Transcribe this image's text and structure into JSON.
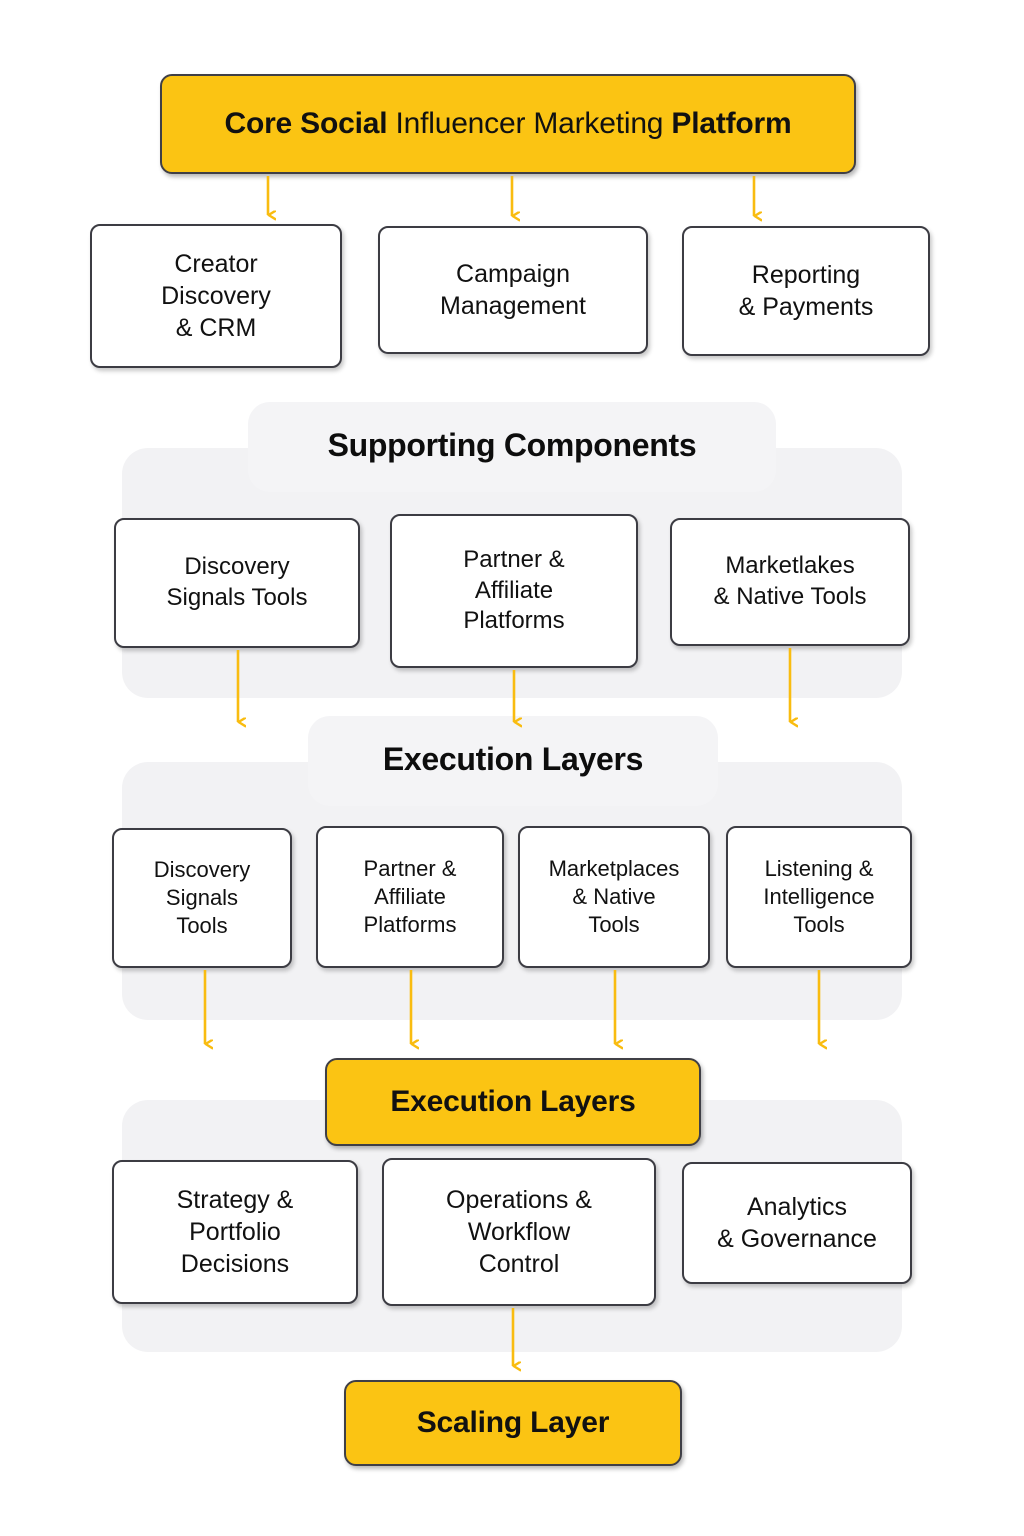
{
  "diagram": {
    "title_box": {
      "segments": [
        {
          "text": "Core Social ",
          "bold": true
        },
        {
          "text": "Influencer Marketing ",
          "bold": false
        },
        {
          "text": "Platform",
          "bold": true
        }
      ],
      "plain_text": "Core Social Influencer Marketing Platform",
      "bg_color": "#fbc413"
    },
    "core_row": {
      "items": [
        {
          "label": "Creator\nDiscovery\n& CRM",
          "line1": "Creator",
          "line2": "Discovery",
          "line3": "& CRM"
        },
        {
          "label": "Campaign\nManagement",
          "line1": "Campaign",
          "line2": "Management",
          "line3": ""
        },
        {
          "label": "Reporting\n& Payments",
          "line1": "Reporting",
          "line2": "& Payments",
          "line3": ""
        }
      ]
    },
    "supporting_section": {
      "header": "Supporting Components",
      "items": [
        {
          "line1": "Discovery",
          "line2": "Signals Tools",
          "line3": ""
        },
        {
          "line1": "Partner &",
          "line2": "Affiliate",
          "line3": "Platforms"
        },
        {
          "line1": "Marketlakes",
          "line2": "& Native Tools",
          "line3": ""
        }
      ]
    },
    "execution_section": {
      "header": "Execution Layers",
      "items": [
        {
          "line1": "Discovery",
          "line2": "Signals",
          "line3": "Tools"
        },
        {
          "line1": "Partner &",
          "line2": "Affiliate",
          "line3": "Platforms"
        },
        {
          "line1": "Marketplaces",
          "line2": "& Native",
          "line3": "Tools"
        },
        {
          "line1": "Listening &",
          "line2": "Intelligence",
          "line3": "Tools"
        }
      ]
    },
    "execution_banner": {
      "label": "Execution Layers",
      "bg_color": "#fbc413"
    },
    "decision_section": {
      "items": [
        {
          "line1": "Strategy &",
          "line2": "Portfolio",
          "line3": "Decisions"
        },
        {
          "line1": "Operations &",
          "line2": "Workflow",
          "line3": "Control"
        },
        {
          "line1": "Analytics",
          "line2": "& Governance",
          "line3": ""
        }
      ]
    },
    "scaling_banner": {
      "label": "Scaling Layer",
      "bg_color": "#fbc413"
    },
    "colors": {
      "accent_yellow": "#fbc413",
      "arrow_yellow": "#f9bc10",
      "panel_grey": "#f2f2f4",
      "box_border": "#3c3c43",
      "text": "#111111",
      "page_background": "#ffffff"
    }
  }
}
